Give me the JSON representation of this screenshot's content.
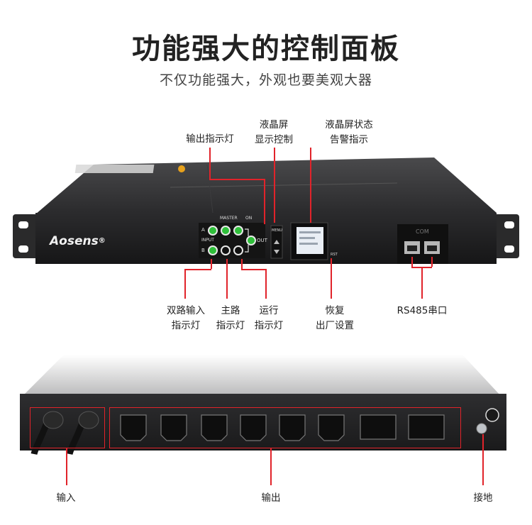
{
  "header": {
    "title": "功能强大的控制面板",
    "subtitle": "不仅功能强大，外观也要美观大器"
  },
  "front_panel": {
    "brand": "Aosens",
    "brand_mark": "®",
    "panel_text": {
      "master": "MASTER",
      "on": "ON",
      "input": "INPUT",
      "out": "OUT",
      "row_a": "A",
      "row_b": "B",
      "menu": "MENU",
      "rst": "RST",
      "com": "COM"
    },
    "callouts": {
      "output_led": "输出指示灯",
      "lcd_control_l1": "液晶屏",
      "lcd_control_l2": "显示控制",
      "lcd_alarm_l1": "液晶屏状态",
      "lcd_alarm_l2": "告警指示",
      "dual_input_l1": "双路输入",
      "dual_input_l2": "指示灯",
      "master_l1": "主路",
      "master_l2": "指示灯",
      "run_l1": "运行",
      "run_l2": "指示灯",
      "reset_l1": "恢复",
      "reset_l2": "出厂设置",
      "rs485": "RS485串口"
    }
  },
  "rear_panel": {
    "callouts": {
      "input": "输入",
      "output": "输出",
      "ground": "接地"
    }
  },
  "colors": {
    "accent_red": "#e1232a",
    "led_green": "#2fbf3a",
    "chassis": "#1f1f20"
  }
}
